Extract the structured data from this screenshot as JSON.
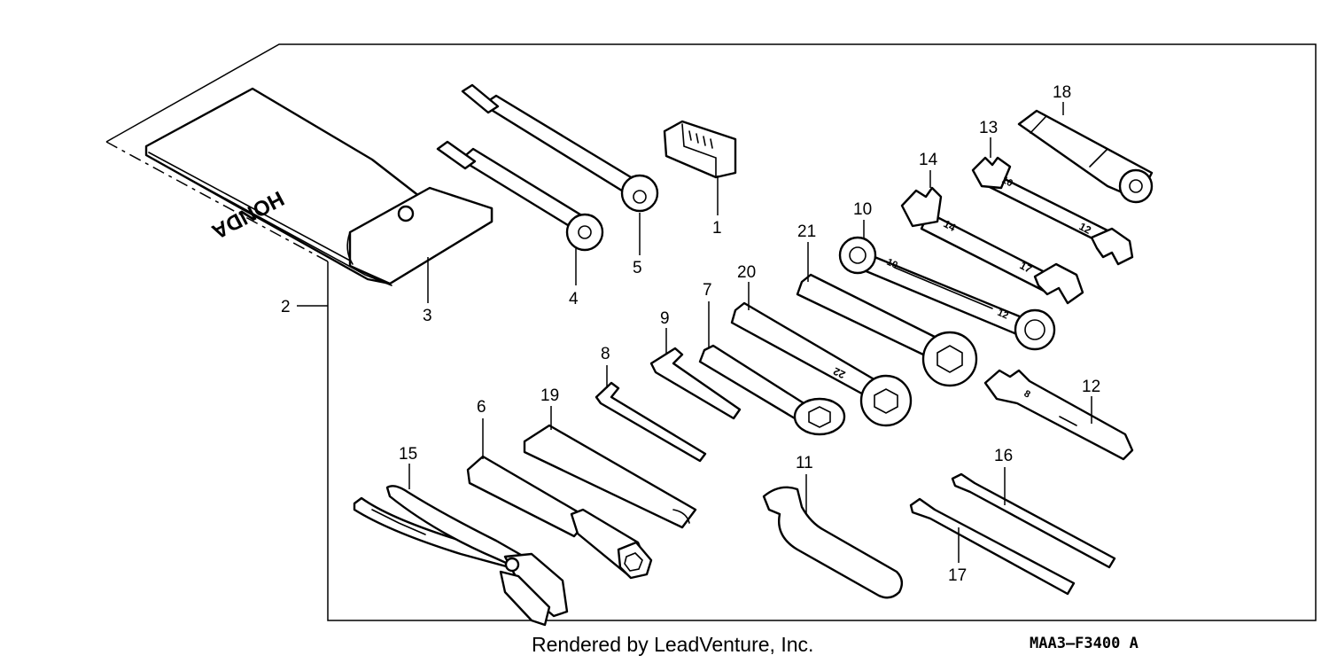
{
  "diagram": {
    "callouts": {
      "c1": "1",
      "c2": "2",
      "c3": "3",
      "c4": "4",
      "c5": "5",
      "c6": "6",
      "c7": "7",
      "c8": "8",
      "c9": "9",
      "c10": "10",
      "c11": "11",
      "c12": "12",
      "c13": "13",
      "c14": "14",
      "c15": "15",
      "c16": "16",
      "c17": "17",
      "c18": "18",
      "c19": "19",
      "c20": "20",
      "c21": "21"
    },
    "pouch_brand": "HONDA",
    "wrench_markings": {
      "w20": "22",
      "w10_small": "10",
      "w10_large": "12",
      "w14_small": "14",
      "w14_large": "17",
      "w13_small": "10",
      "w13_large": "12",
      "w12": "8"
    }
  },
  "footer": {
    "credit": "Rendered by LeadVenture, Inc.",
    "code": "MAA3–F3400 A"
  }
}
